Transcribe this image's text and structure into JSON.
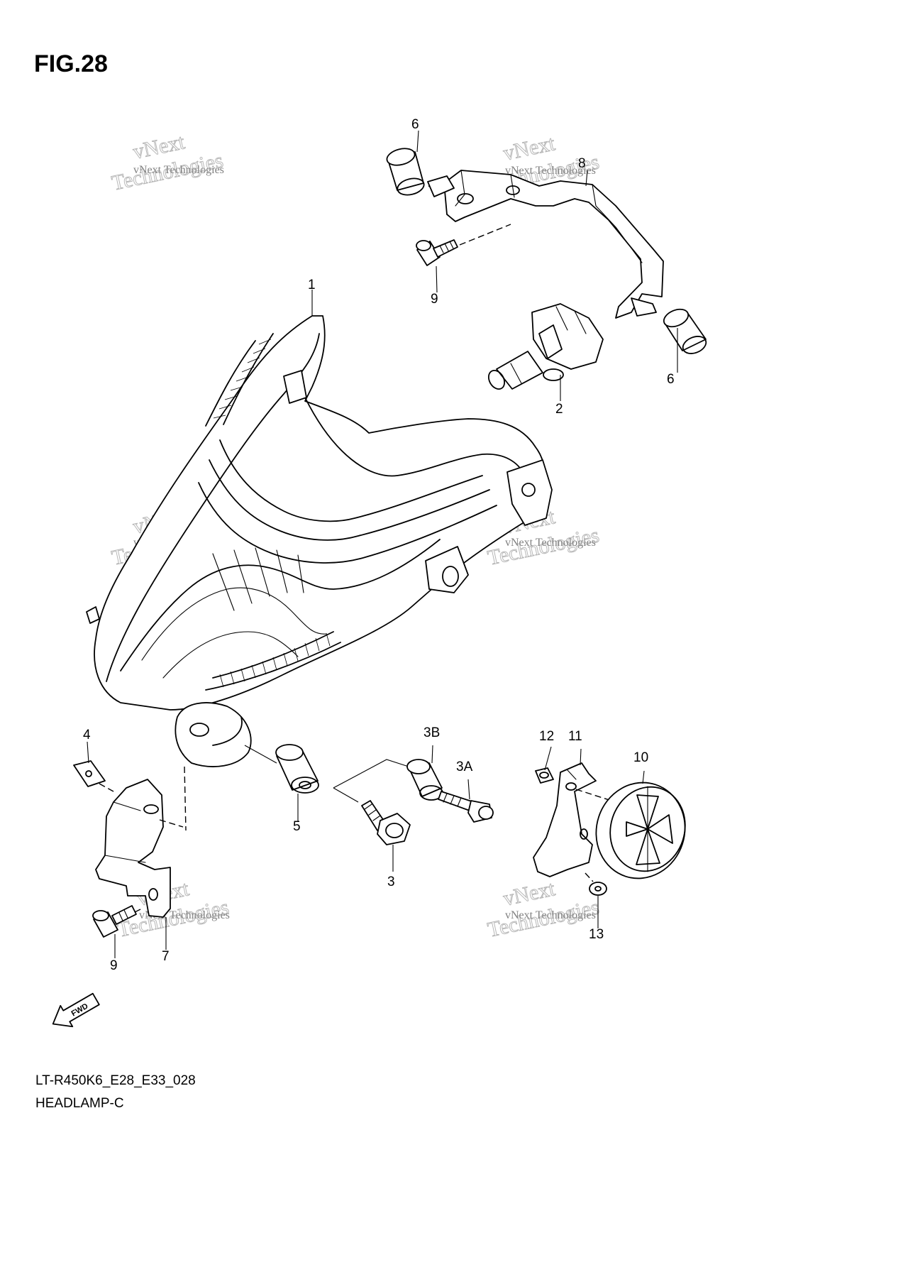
{
  "figure": {
    "title": "FIG.28",
    "model_code": "LT-R450K6_E28_E33_028",
    "caption": "HEADLAMP-C"
  },
  "callouts": {
    "c1": "1",
    "c2": "2",
    "c3": "3",
    "c3a": "3A",
    "c3b": "3B",
    "c4": "4",
    "c5": "5",
    "c6_top": "6",
    "c6_right": "6",
    "c7": "7",
    "c8": "8",
    "c9_top": "9",
    "c9_bottom": "9",
    "c10": "10",
    "c11": "11",
    "c12": "12",
    "c13": "13"
  },
  "fwd_arrow": {
    "label": "FWD",
    "icon": "fwd-arrow-icon"
  },
  "watermarks": {
    "line1": "vNext Technologies",
    "big1": "vNext",
    "big2": "Technologies"
  }
}
